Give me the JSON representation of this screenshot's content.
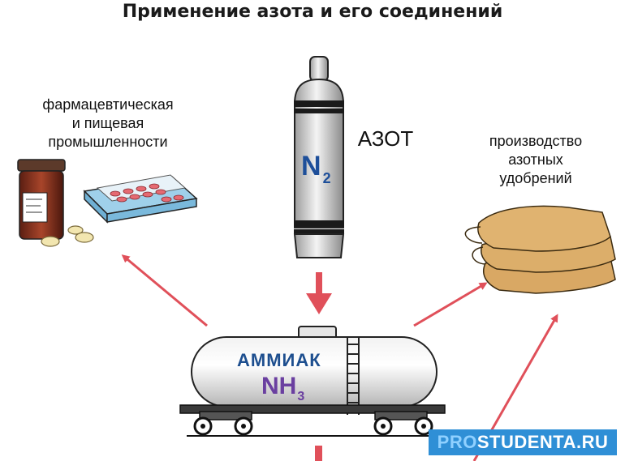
{
  "title": "Применение азота и его соединений",
  "labels": {
    "pharma": [
      "фармацевтическая",
      "и пищевая",
      "промышленности"
    ],
    "nitrogen": "АЗОТ",
    "fertilizer": [
      "производство",
      "азотных",
      "удобрений"
    ]
  },
  "cylinder": {
    "symbol": "N",
    "subscript": "2"
  },
  "tank": {
    "name": "АММИАК",
    "formula": "NH",
    "subscript": "3"
  },
  "watermark": {
    "part1": "PRO",
    "part2": "STUDENTA.RU"
  },
  "colors": {
    "arrow": "#e0505a",
    "bag": "#d9a864",
    "tank_text": "#1e4f8f",
    "nh3_text": "#6a3fa0",
    "watermark_bg": "#2f8fd6"
  }
}
